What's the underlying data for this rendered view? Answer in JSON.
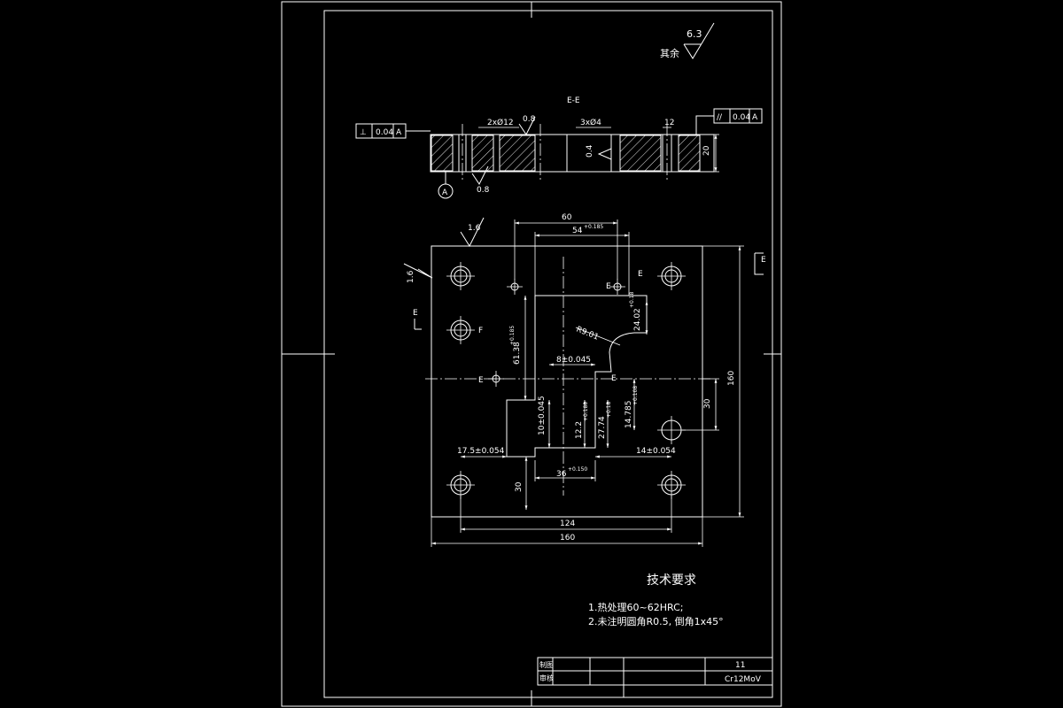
{
  "surface_finish": {
    "remaining_label": "其余",
    "remaining_value": "6.3"
  },
  "section": {
    "label": "E-E",
    "perpendicularity": {
      "symbol": "⊥",
      "value": "0.04",
      "datum": "A"
    },
    "parallelism": {
      "symbol": "//",
      "value": "0.04",
      "datum": "A"
    },
    "datum_circle": "A",
    "holes_12_label": "2xØ12",
    "holes_4_label": "3xØ4",
    "dim_12": "12",
    "dim_20": "20",
    "roughness_top": "0.8",
    "roughness_bottom": "0.8",
    "roughness_side": "0.4"
  },
  "plan": {
    "roughness_top": "1.6",
    "roughness_left": "1.6",
    "dim_60": "60",
    "dim_54": "54",
    "dim_54_tol": "+0.185",
    "dim_24": "24.02",
    "dim_24_tol": "+0.18",
    "dim_61": "61.38",
    "dim_61_tol": "+0.185",
    "dim_r9": "R9.01",
    "dim_8": "8±0.045",
    "dim_10": "10±0.045",
    "dim_12": "12.2",
    "dim_12_tol": "+0.180",
    "dim_27": "27.74",
    "dim_27_tol": "+0.18",
    "dim_14_785": "14.785",
    "dim_14_785_tol": "+0.108",
    "dim_17_5": "17.5±0.054",
    "dim_14": "14±0.054",
    "dim_36": "36",
    "dim_36_tol": "+0.150",
    "dim_30_bottom": "30",
    "dim_30_right": "30",
    "dim_124": "124",
    "dim_160_bottom": "160",
    "dim_160_right": "160",
    "marker_e": "E",
    "marker_f": "F"
  },
  "tech_requirements": {
    "title": "技术要求",
    "item1": "1.热处理60~62HRC;",
    "item2": "2.未注明圆角R0.5, 倒角1x45°"
  },
  "title_block": {
    "cell_a": "制图",
    "cell_b": "审核",
    "quantity": "11",
    "material": "Cr12MoV"
  }
}
